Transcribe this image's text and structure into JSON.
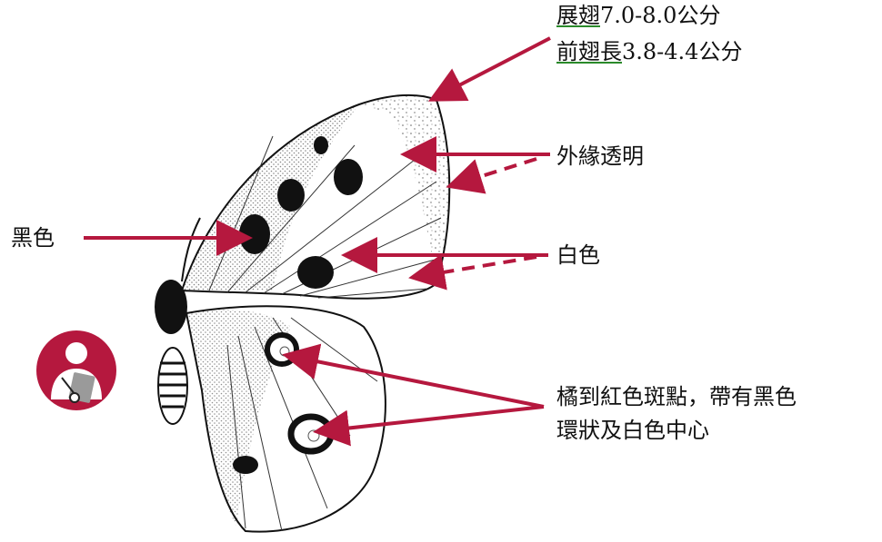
{
  "labels": {
    "wingspan_term": "展翅",
    "wingspan_value": "7.0-8.0公分",
    "forewing_term": "前翅長",
    "forewing_value": "3.8-4.4公分",
    "outer_margin": "外緣透明",
    "black": "黑色",
    "white": "白色",
    "spot_line1": "橘到紅色斑點，帶有黑色",
    "spot_line2": "環狀及白色中心"
  },
  "colors": {
    "arrow": "#b5183e",
    "badge": "#b5183e",
    "underline": "#2a8a2a",
    "ink": "#111111"
  },
  "icons": [
    "reader-icon"
  ]
}
